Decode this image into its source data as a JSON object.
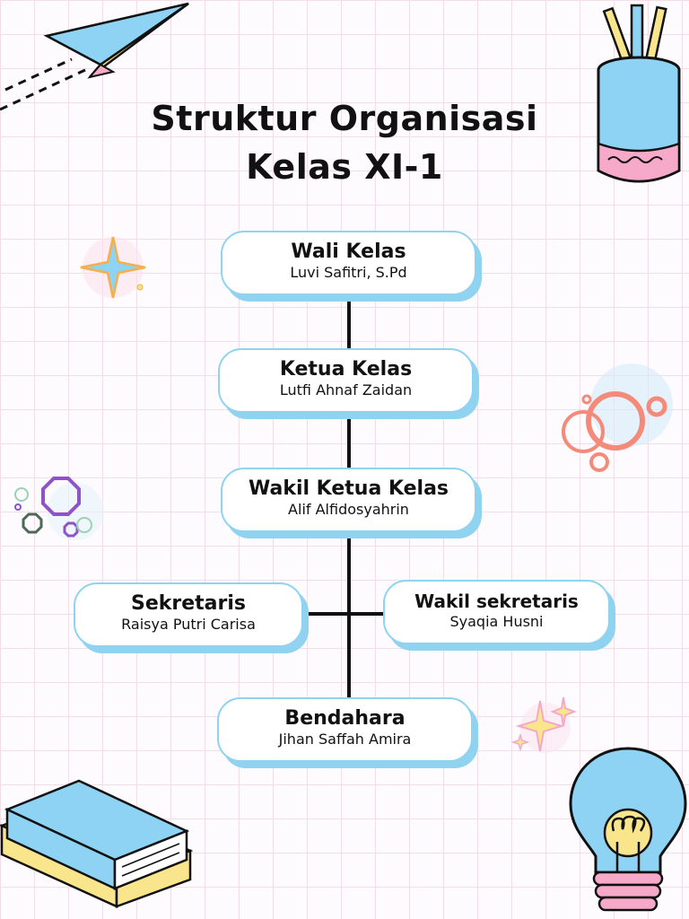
{
  "title": {
    "line1": "Struktur Organisasi",
    "line2": "Kelas XI-1"
  },
  "nodes": {
    "wali_kelas": {
      "role": "Wali Kelas",
      "person": "Luvi Safitri, S.Pd"
    },
    "ketua_kelas": {
      "role": "Ketua Kelas",
      "person": "Lutfi Ahnaf Zaidan"
    },
    "wakil_ketua_kelas": {
      "role": "Wakil Ketua Kelas",
      "person": "Alif Alfidosyahrin"
    },
    "sekretaris": {
      "role": "Sekretaris",
      "person": "Raisya Putri Carisa"
    },
    "wakil_sekretaris": {
      "role": "Wakil sekretaris",
      "person": "Syaqia Husni"
    },
    "bendahara": {
      "role": "Bendahara",
      "person": "Jihan Saffah Amira"
    }
  },
  "colors": {
    "grid": "#f3dde6",
    "node_border": "#8fd3f0",
    "line": "#111111",
    "blue": "#8ed3f3",
    "yellow": "#f8e58c",
    "pink": "#f6a9c9",
    "orange": "#f48a7a"
  },
  "decorations": [
    "paper-plane-icon",
    "pencil-cup-icon",
    "sparkle-star-icon",
    "rings-icon",
    "octagons-icon",
    "twinkle-stars-icon",
    "books-icon",
    "lightbulb-icon"
  ]
}
